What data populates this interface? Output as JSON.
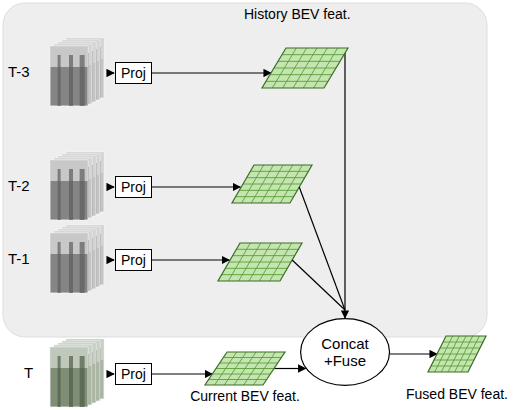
{
  "diagram": {
    "nodes": [
      {
        "text": [
          "History BEV feat."
        ]
      },
      {
        "text": [
          "Proj"
        ]
      },
      {
        "text": [
          "Proj"
        ]
      },
      {
        "text": [
          "Proj"
        ]
      },
      {
        "text": [
          "Proj"
        ]
      },
      {
        "text": [
          "Current BEV feat."
        ]
      },
      {
        "text": [
          "Concat +Fuse"
        ]
      },
      {
        "text": [
          "Fused BEV feat."
        ]
      }
    ],
    "edges": [
      {
        "from": 1,
        "to": 0,
        "arrow": "to"
      },
      {
        "from": 0,
        "to": 6,
        "arrow": "to"
      },
      {
        "from": 4,
        "to": 5,
        "arrow": "to"
      },
      {
        "from": 5,
        "to": 6,
        "arrow": "to"
      },
      {
        "from": 6,
        "to": 7,
        "arrow": "to"
      }
    ],
    "labels": [
      "T-3",
      "T-2",
      "T-1",
      "T"
    ]
  }
}
